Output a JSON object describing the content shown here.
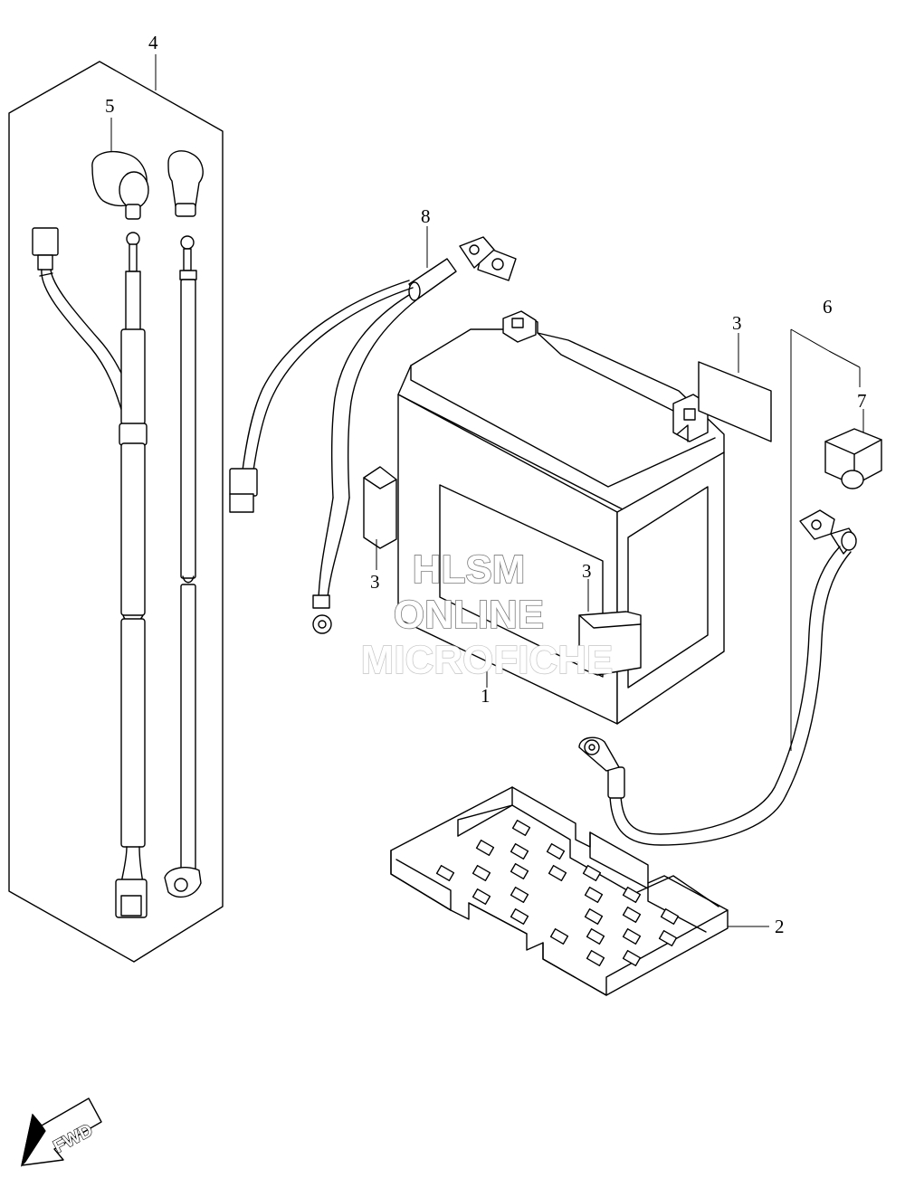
{
  "callouts": {
    "c1": "1",
    "c2": "2",
    "c3a": "3",
    "c3b": "3",
    "c3c": "3",
    "c4": "4",
    "c5": "5",
    "c6": "6",
    "c7": "7",
    "c8": "8"
  },
  "watermark": {
    "line1": "HLSM",
    "line2": "ONLINE",
    "line3": "MICROFICHE"
  },
  "fwd_label": "FWD"
}
